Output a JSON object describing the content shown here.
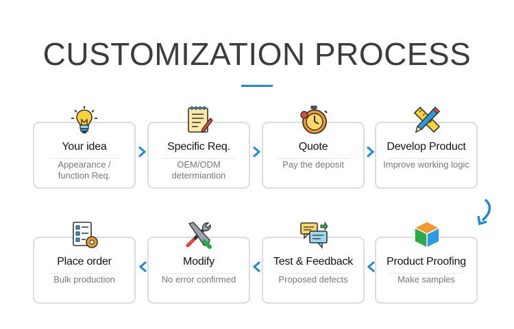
{
  "title": "CUSTOMIZATION PROCESS",
  "accent_color": "#1e88d1",
  "steps": [
    {
      "title": "Your idea",
      "desc_line1": "Appearance /",
      "desc_line2": "function Req.",
      "icon": "lightbulb-icon"
    },
    {
      "title": "Specific Req.",
      "desc_line1": "OEM/ODM",
      "desc_line2": "determiantion",
      "icon": "notepad-icon"
    },
    {
      "title": "Quote",
      "desc_line1": "Pay the deposit",
      "desc_line2": "",
      "icon": "stopwatch-icon"
    },
    {
      "title": "Develop Product",
      "desc_line1": "Improve working logic",
      "desc_line2": "",
      "icon": "ruler-pencil-icon"
    },
    {
      "title": "Place order",
      "desc_line1": "Bulk production",
      "desc_line2": "",
      "icon": "checklist-icon"
    },
    {
      "title": "Modify",
      "desc_line1": "No error confirmed",
      "desc_line2": "",
      "icon": "tools-icon"
    },
    {
      "title": "Test & Feedback",
      "desc_line1": "Proposed defects",
      "desc_line2": "",
      "icon": "chat-icon"
    },
    {
      "title": "Product Proofing",
      "desc_line1": "Make samples",
      "desc_line2": "",
      "icon": "cube-icon"
    }
  ]
}
